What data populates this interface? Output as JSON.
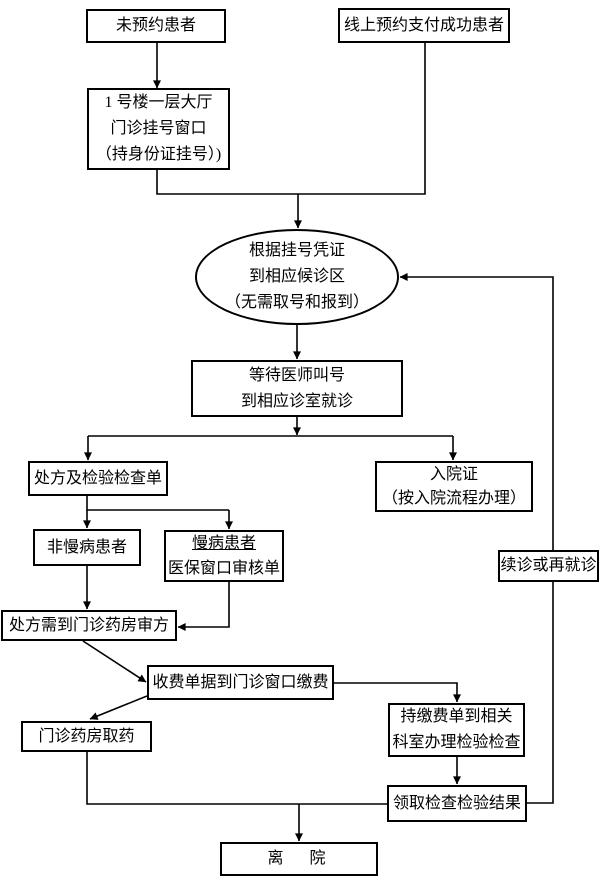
{
  "diagram_type": "flowchart",
  "colors": {
    "stroke": "#000000",
    "node_fill": "#ffffff",
    "text": "#000000",
    "background": "#ffffff"
  },
  "nodes": {
    "walkin": {
      "lines": [
        "未预约患者"
      ]
    },
    "online": {
      "lines": [
        "线上预约支付成功患者"
      ]
    },
    "hall": {
      "lines": [
        "1 号楼一层大厅",
        "门诊挂号窗口",
        "（持身份证挂号）)"
      ]
    },
    "triage": {
      "lines": [
        "根据挂号凭证",
        "到相应候诊区",
        "（无需取号和报到）"
      ]
    },
    "wait": {
      "lines": [
        "等待医师叫号",
        "到相应诊室就诊"
      ]
    },
    "rx": {
      "lines": [
        "处方及检验检查单"
      ]
    },
    "admission": {
      "lines": [
        "入院证",
        "（按入院流程办理）"
      ]
    },
    "nonchronic": {
      "lines": [
        "非慢病患者"
      ]
    },
    "chronic": {
      "lines": [
        "慢病患者",
        "医保窗口审核单"
      ]
    },
    "revisit": {
      "lines": [
        "续诊或再就诊"
      ]
    },
    "review": {
      "lines": [
        "处方需到门诊药房审方"
      ]
    },
    "pay": {
      "lines": [
        "收费单据到门诊窗口缴费"
      ]
    },
    "pickup": {
      "lines": [
        "门诊药房取药"
      ]
    },
    "test": {
      "lines": [
        "持缴费单到相关",
        "科室办理检验检查"
      ]
    },
    "results": {
      "lines": [
        "领取检查检验结果"
      ]
    },
    "leave": {
      "lines": [
        "离　院"
      ]
    }
  },
  "edges": [
    {
      "from": "walkin",
      "to": "hall"
    },
    {
      "from": "hall",
      "to": "triage"
    },
    {
      "from": "online",
      "to": "triage"
    },
    {
      "from": "triage",
      "to": "wait"
    },
    {
      "from": "wait",
      "to": "rx"
    },
    {
      "from": "wait",
      "to": "admission"
    },
    {
      "from": "rx",
      "to": "nonchronic"
    },
    {
      "from": "rx",
      "to": "chronic"
    },
    {
      "from": "nonchronic",
      "to": "review"
    },
    {
      "from": "chronic",
      "to": "review"
    },
    {
      "from": "review",
      "to": "pay"
    },
    {
      "from": "pay",
      "to": "pickup"
    },
    {
      "from": "pay",
      "to": "test"
    },
    {
      "from": "test",
      "to": "results"
    },
    {
      "from": "pickup",
      "to": "leave"
    },
    {
      "from": "results",
      "to": "leave"
    },
    {
      "from": "results",
      "to": "triage",
      "label_node": "revisit"
    }
  ]
}
